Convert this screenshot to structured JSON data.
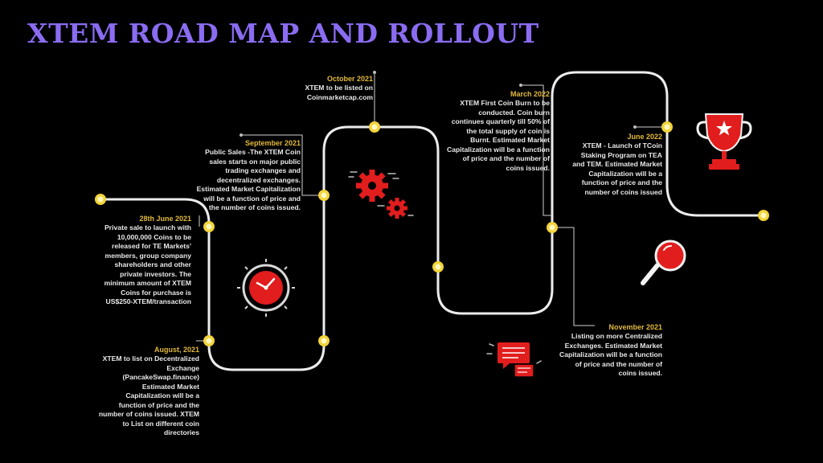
{
  "title": "XTEM ROAD MAP AND ROLLOUT",
  "colors": {
    "title": "#8a6cf2",
    "date": "#e2b93b",
    "path": "#ececec",
    "node": "#f2d43a",
    "icon_red": "#e21d1d"
  },
  "icons": [
    "clock-icon",
    "gears-icon",
    "chat-bubbles-icon",
    "magnifier-icon",
    "trophy-icon"
  ],
  "milestones": [
    {
      "date": "28th June 2021",
      "text": "Private sale to launch with 10,000,000 Coins to be released for TE Markets' members, group company shareholders and other private investors. The minimum amount of XTEM Coins for purchase is US$250-XTEM/transaction"
    },
    {
      "date": "August, 2021",
      "text": "XTEM to list on Decentralized Exchange (PancakeSwap.finance) Estimated Market Capitalization will be a function of price and the number of coins issued. XTEM to List on different coin directories"
    },
    {
      "date": "September 2021",
      "text": "Public Sales -The XTEM Coin sales starts on major public trading exchanges and decentralized exchanges. Estimated Market Capitalization will be a function of price and the number of coins issued."
    },
    {
      "date": "October 2021",
      "text": "XTEM to be listed on Coinmarketcap.com"
    },
    {
      "date": "November 2021",
      "text": "Listing on more Centralized Exchanges. Estimated Market Capitalization will be a function of price and the number of coins issued."
    },
    {
      "date": "March 2022",
      "text": "XTEM First Coin Burn to be conducted. Coin burn continues quarterly till 50% of the total supply of coin is Burnt. Estimated Market Capitalization will be a function of price and the number of coins issued."
    },
    {
      "date": "June 2022",
      "text": "XTEM - Launch of TCoin Staking Program on TEA and TEM. Estimated Market Capitalization will be a function of price and the number of coins issued"
    }
  ]
}
